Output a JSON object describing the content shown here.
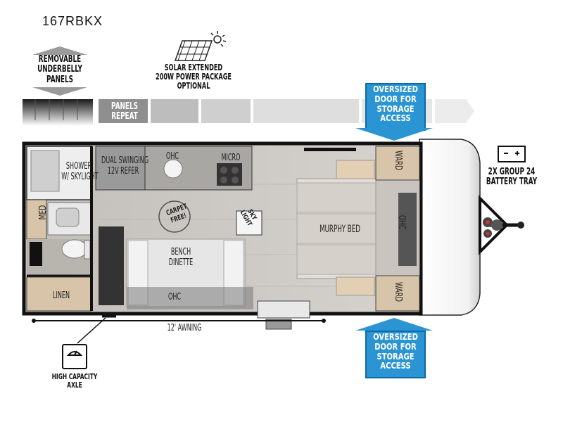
{
  "model": "167RBKX",
  "callouts": {
    "underbelly": [
      "REMOVABLE",
      "UNDERBELLY",
      "PANELS"
    ],
    "solar": [
      "SOLAR EXTENDED",
      "200W POWER PACKAGE",
      "OPTIONAL"
    ],
    "panels_repeat": [
      "PANELS",
      "REPEAT"
    ],
    "door_top": [
      "OVERSIZED",
      "DOOR FOR",
      "STORAGE",
      "ACCESS"
    ],
    "door_bottom": [
      "OVERSIZED",
      "DOOR FOR",
      "STORAGE",
      "ACCESS"
    ],
    "battery": [
      "2X GROUP 24",
      "BATTERY TRAY"
    ],
    "axle": [
      "HIGH CAPACITY",
      "AXLE"
    ],
    "awning": "12' AWNING"
  },
  "rooms": {
    "shower": [
      "SHOWER",
      "W/ SKYLIGHT"
    ],
    "refer": [
      "DUAL SWINGING",
      "12V REFER"
    ],
    "ohc_kitchen": "OHC",
    "micro": "MICRO",
    "med": "MED",
    "carpet_free": [
      "CARPET",
      "FREE!"
    ],
    "sky_light": [
      "SKY",
      "LIGHT"
    ],
    "bench_dinette": [
      "BENCH",
      "DINETTE"
    ],
    "ohc_dinette": "OHC",
    "linen": "LINEN",
    "murphy_bed": "MURPHY BED",
    "ohc_bed": "OHC",
    "ward_top": "WARD",
    "ward_bottom": "WARD"
  },
  "icons": [
    "solar-panel-icon",
    "sun-icon",
    "battery-icon",
    "scale-icon",
    "double-arrow-icon"
  ],
  "colors": {
    "callout_blue": "#2b95d3",
    "wall": "#111111",
    "floor": "#c9c6c1",
    "wood": "#d9c4aa"
  }
}
